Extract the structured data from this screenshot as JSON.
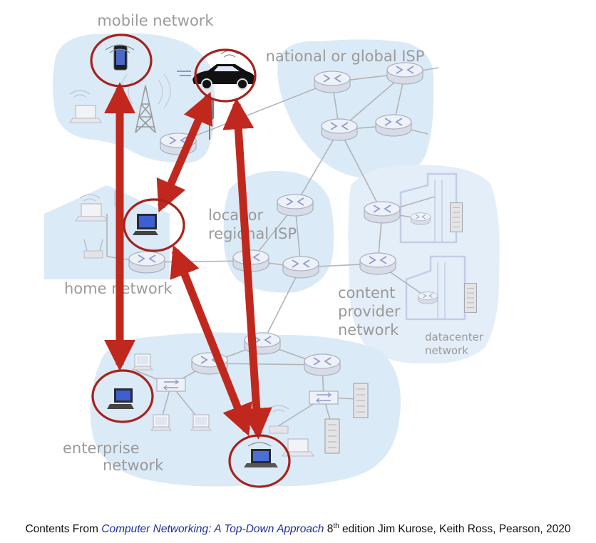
{
  "labels": {
    "mobile_network": "mobile network",
    "national_isp": "national or global ISP",
    "local_isp_line1": "local or",
    "local_isp_line2": "regional ISP",
    "home_network": "home network",
    "content_provider_line1": "content",
    "content_provider_line2": "provider",
    "content_provider_line3": "network",
    "datacenter_line1": "datacenter",
    "datacenter_line2": "network",
    "enterprise_line1": "enterprise",
    "enterprise_line2": "network"
  },
  "caption": {
    "prefix": "Contents From ",
    "book_title": "Computer Networking: A Top-Down Approach",
    "edition_number": " 8",
    "edition_suffix": "th",
    "rest": " edition Jim Kurose, Keith Ross, Pearson, 2020"
  },
  "colors": {
    "region_fill": "#dbeaf7",
    "router_fill": "#e9edf4",
    "router_stroke": "#a9b1c3",
    "link_gray": "#b3b3b3",
    "arrow_red": "#c0281e",
    "highlight_circle": "#a6221c",
    "label_gray": "#9a9a9a"
  }
}
